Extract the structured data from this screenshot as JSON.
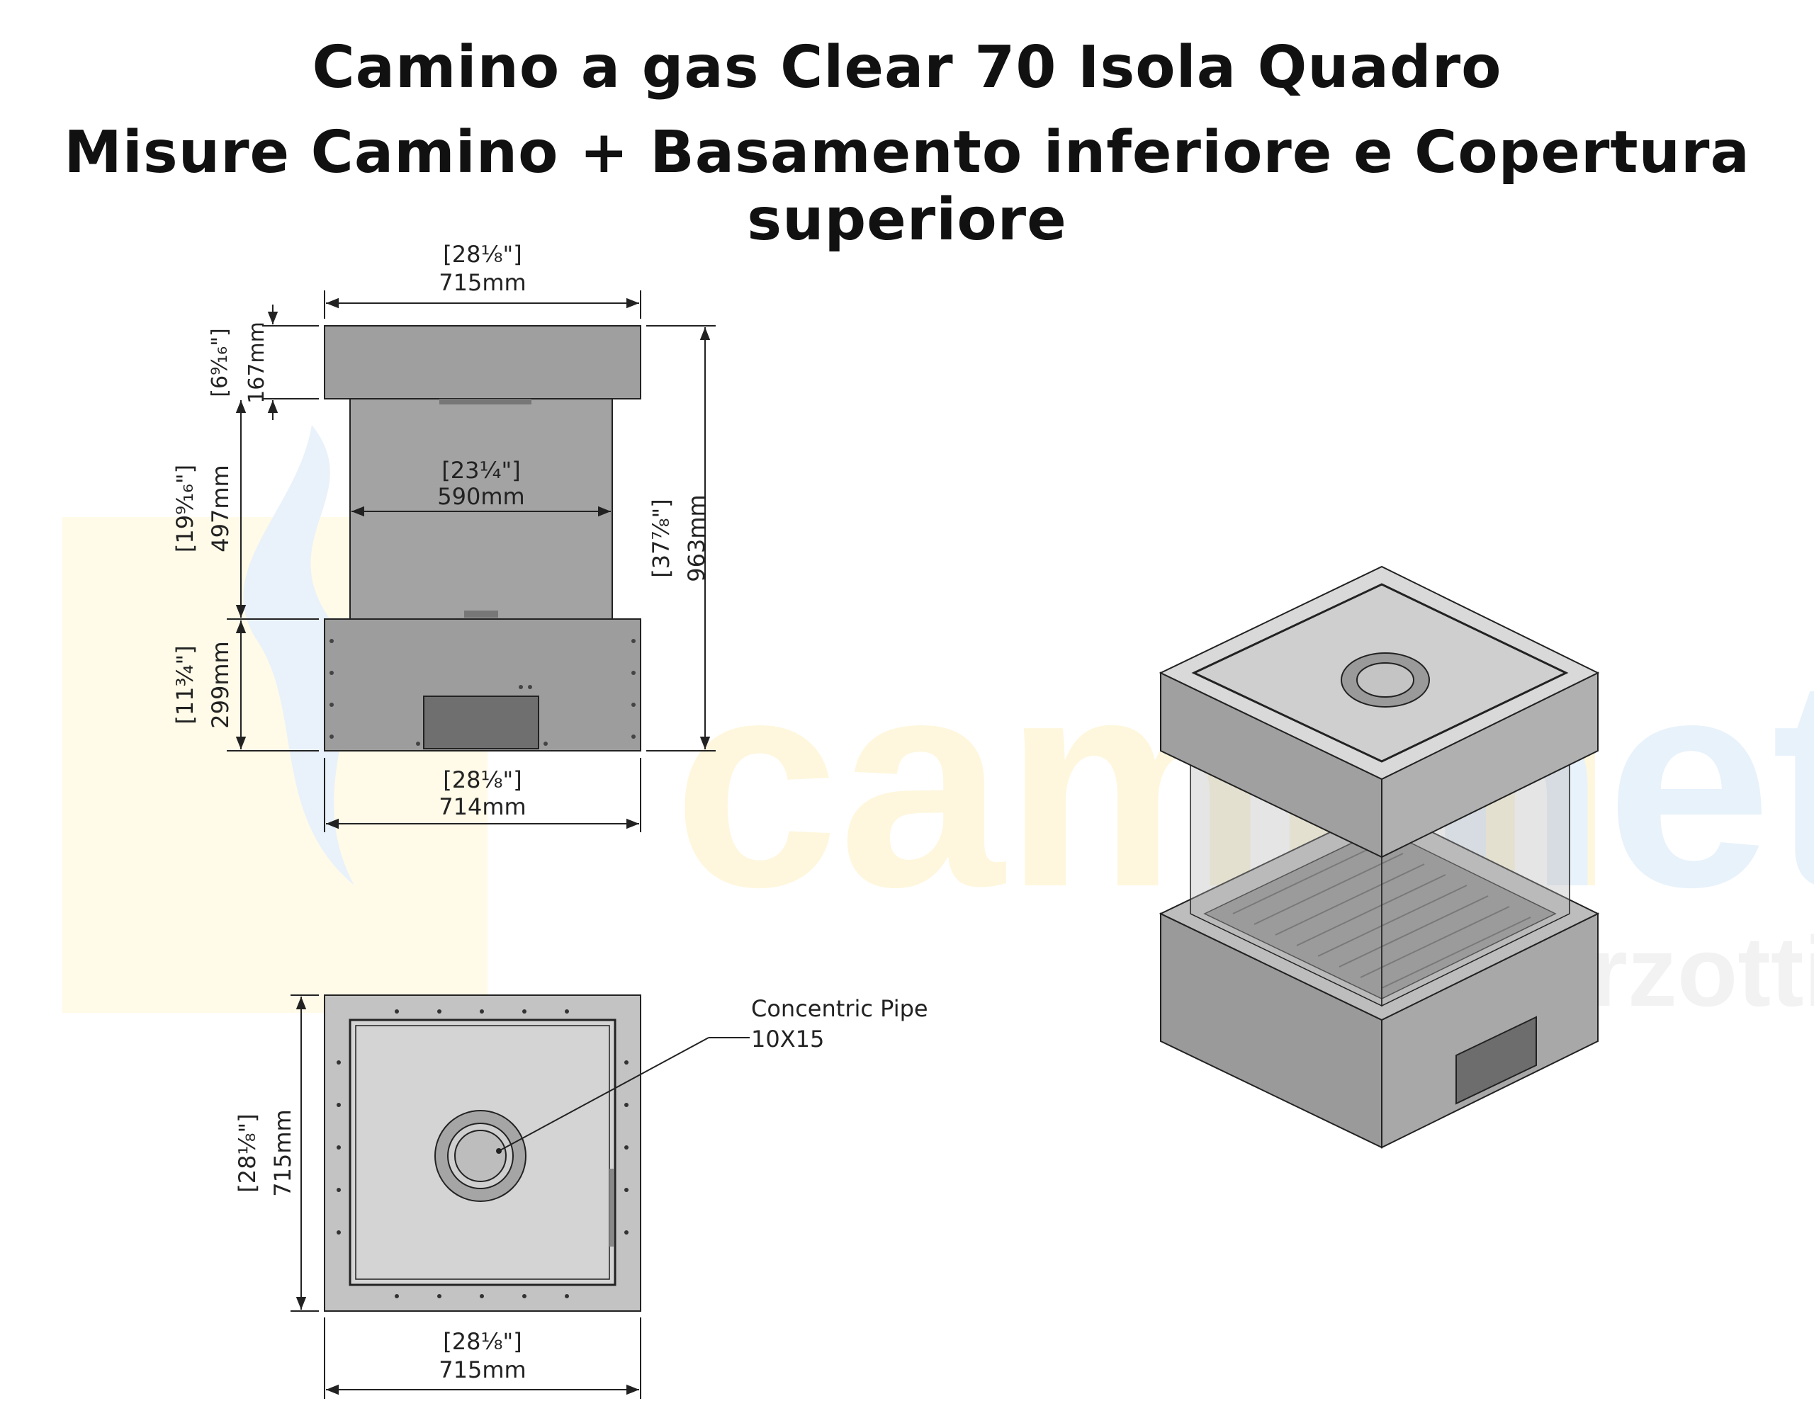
{
  "title_line1": "Camino a gas Clear 70 Isola Quadro",
  "title_line2": "Misure Camino + Basamento inferiore e Copertura superiore",
  "watermark": {
    "brand": "camini",
    "brand_suffix": "net",
    "sub": "marzotti"
  },
  "front_view": {
    "top_width": {
      "inch": "[28⅛\"]",
      "mm": "715mm"
    },
    "top_height": {
      "inch": "[6⁹⁄₁₆\"]",
      "mm": "167mm"
    },
    "glass_height": {
      "inch": "[19⁹⁄₁₆\"]",
      "mm": "497mm"
    },
    "glass_width": {
      "inch": "[23¼\"]",
      "mm": "590mm"
    },
    "base_height": {
      "inch": "[11¾\"]",
      "mm": "299mm"
    },
    "total_height": {
      "inch": "[37⅞\"]",
      "mm": "963mm"
    },
    "base_width": {
      "inch": "[28⅛\"]",
      "mm": "714mm"
    }
  },
  "top_view": {
    "depth": {
      "inch": "[28⅛\"]",
      "mm": "715mm"
    },
    "width": {
      "inch": "[28⅛\"]",
      "mm": "715mm"
    },
    "callout_line1": "Concentric Pipe",
    "callout_line2": "10X15"
  },
  "colors": {
    "panel": "#a9a9a9",
    "panel_dark": "#8f8f8f",
    "panel_light": "#c9c9c9",
    "line": "#222222",
    "watermark_yellow": "#fdf6dc",
    "watermark_blue": "#e6f1fb"
  }
}
